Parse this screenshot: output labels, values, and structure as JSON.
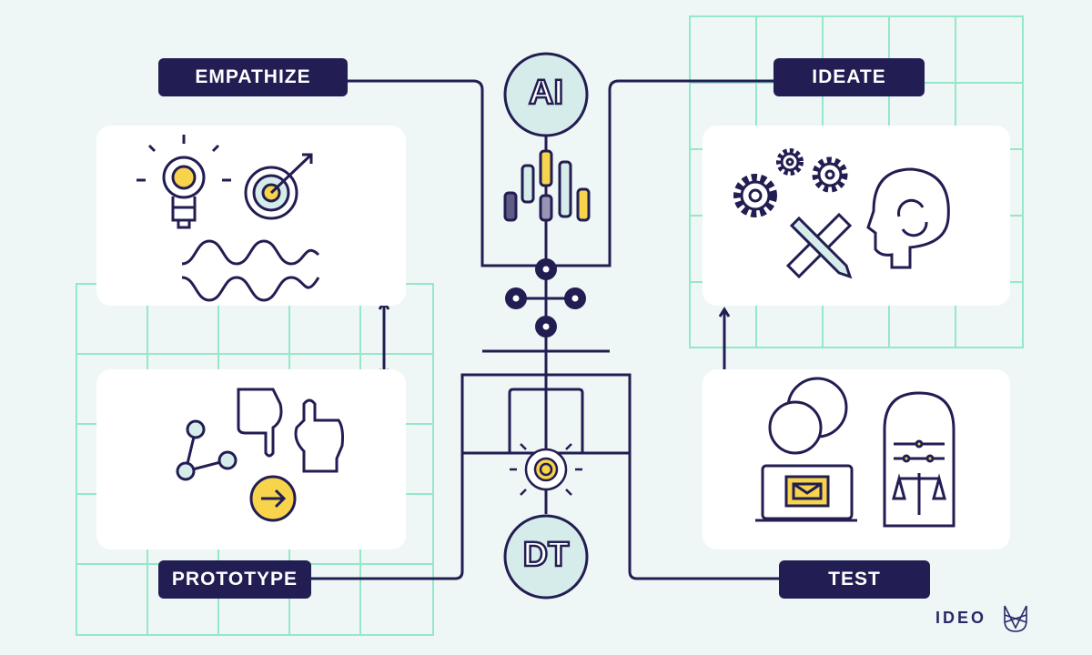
{
  "labels": {
    "empathize": "EMPATHIZE",
    "ideate": "IDEATE",
    "prototype": "PROTOTYPE",
    "test": "TEST"
  },
  "center": {
    "top": "AI",
    "bottom": "DT"
  },
  "logo": "IDEO",
  "colors": {
    "navy": "#221d52",
    "mint": "#8ee8c8",
    "yellow": "#f7d44c",
    "background": "#eff7f6"
  }
}
